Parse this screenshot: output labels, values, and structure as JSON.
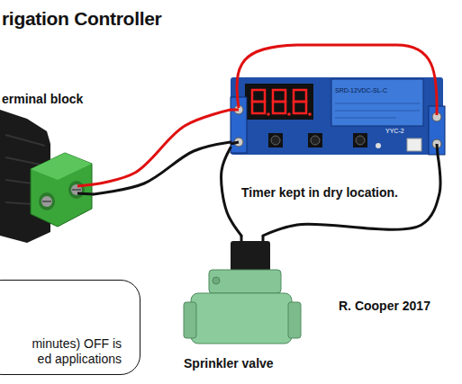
{
  "diagram": {
    "title": "rigation Controller",
    "nodes": [
      {
        "text": [
          "erminal block"
        ]
      },
      {
        "text": [
          "Timer kept in dry location."
        ]
      },
      {
        "text": [
          "Sprinkler valve"
        ]
      },
      {
        "text": [
          "minutes) OFF is ed applications"
        ]
      }
    ],
    "edges": [
      {
        "from": 0,
        "to": 1,
        "arrow": "none"
      },
      {
        "from": 0,
        "to": 1,
        "arrow": "none"
      },
      {
        "from": 1,
        "to": 2,
        "arrow": "none"
      },
      {
        "from": 2,
        "to": 1,
        "arrow": "none"
      }
    ],
    "labels": [
      "SRD-12VDC-SL-C",
      "YYC-2",
      "R. Cooper 2017"
    ]
  }
}
